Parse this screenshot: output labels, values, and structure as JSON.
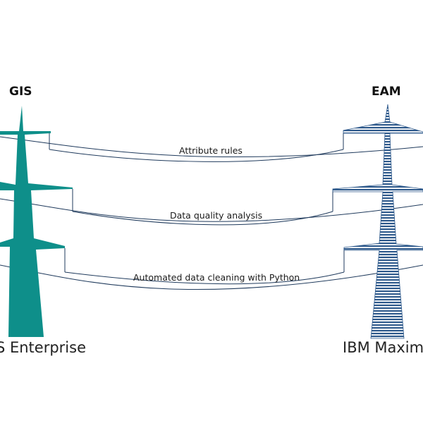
{
  "left_tower": {
    "heading": "GIS",
    "system": "ArcGIS Enterprise",
    "color": "#0e8f8a"
  },
  "right_tower": {
    "heading": "EAM",
    "system": "IBM Maximo",
    "color": "#2f5a8c"
  },
  "cables": [
    {
      "label": "Attribute rules"
    },
    {
      "label": "Data quality analysis"
    },
    {
      "label": "Automated data cleaning with Python"
    }
  ],
  "wire_color": "#1f3a5c"
}
